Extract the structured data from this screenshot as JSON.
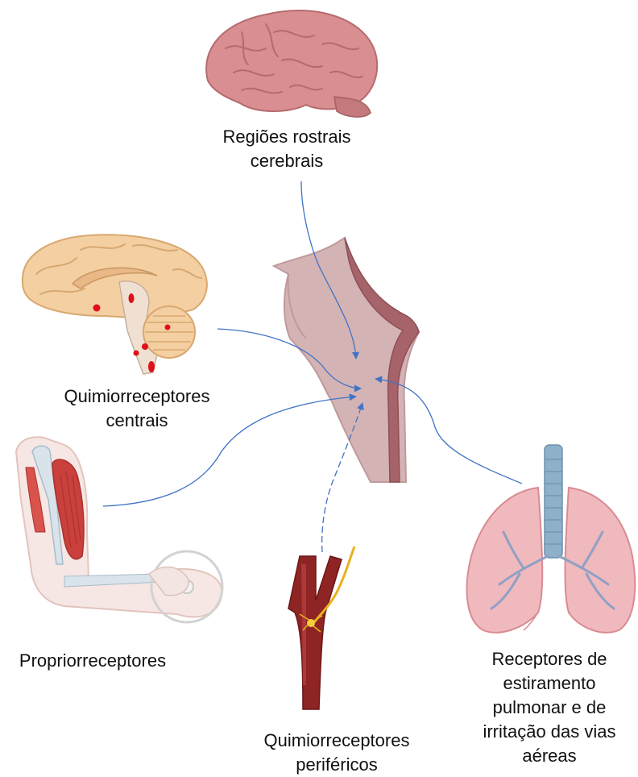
{
  "labels": {
    "rostral": [
      "Regiões rostrais",
      "cerebrais"
    ],
    "central": [
      "Quimiorreceptores",
      "centrais"
    ],
    "proprio": [
      "Propriorreceptores"
    ],
    "peripheral": [
      "Quimiorreceptores",
      "periféricos"
    ],
    "pulmonary": [
      "Receptores de",
      "estiramento",
      "pulmonar e de",
      "irritação das vias",
      "aéreas"
    ]
  },
  "colors": {
    "arrow": "#3f73c4",
    "brain": "#d98f91",
    "brainstem": "#cfa9ab",
    "muscle": "#c9403c",
    "artery": "#8e2424",
    "nerve": "#e6b21d",
    "lung": "#f0b9be",
    "airway": "#8fb0c9",
    "chemoreceptor_dot": "#e0101a"
  },
  "icons": [
    "cerebrum-icon",
    "brain-sagittal-icon",
    "brainstem-icon",
    "arm-muscle-icon",
    "carotid-artery-icon",
    "lungs-icon"
  ]
}
